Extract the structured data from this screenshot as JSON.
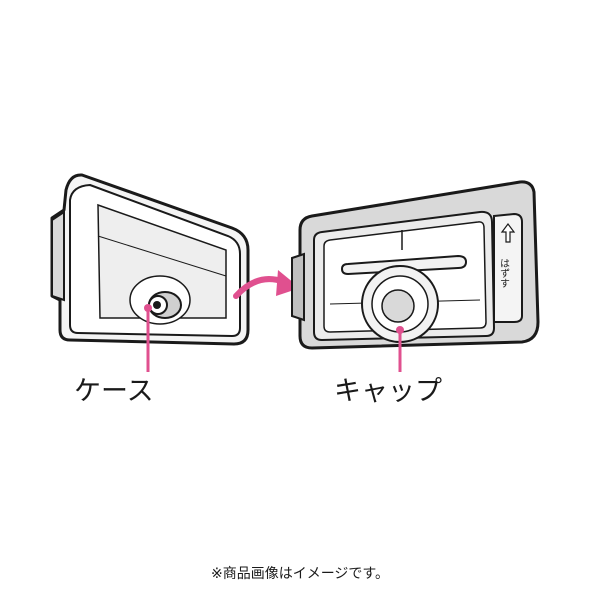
{
  "labels": {
    "case": "ケース",
    "cap": "キャップ"
  },
  "handle_text": "はずす",
  "caption": "※商品画像はイメージです。",
  "colors": {
    "accent": "#e0508f",
    "line": "#1a1a1a",
    "fill_light": "#f2f2f2",
    "fill_mid": "#d9d9d9"
  },
  "icons": {
    "arrow": "curved-arrow-right"
  }
}
